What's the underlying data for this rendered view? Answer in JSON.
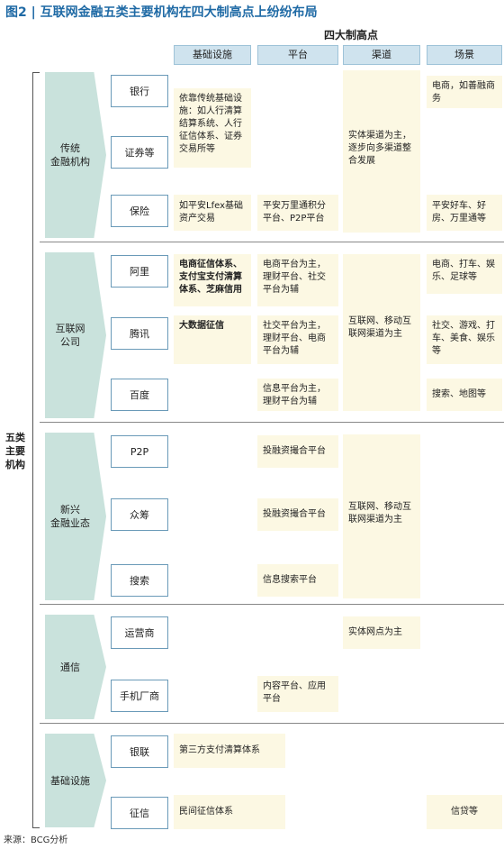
{
  "title": "图2 | 互联网金融五类主要机构在四大制高点上纷纷布局",
  "header": {
    "main": "四大制高点",
    "columns": [
      "基础设施",
      "平台",
      "渠道",
      "场景"
    ]
  },
  "outer_label": "五类\n主要\n机构",
  "groups": [
    {
      "name": "传统\n金融机构",
      "institutions": [
        "银行",
        "证券等",
        "保险"
      ]
    },
    {
      "name": "互联网\n公司",
      "institutions": [
        "阿里",
        "腾讯",
        "百度"
      ]
    },
    {
      "name": "新兴\n金融业态",
      "institutions": [
        "P2P",
        "众筹",
        "搜索"
      ]
    },
    {
      "name": "通信",
      "institutions": [
        "运营商",
        "手机厂商"
      ]
    },
    {
      "name": "基础设施",
      "institutions": [
        "银联",
        "征信"
      ]
    }
  ],
  "cells": {
    "trad_infra_main": "依靠传统基础设施：如人行清算结算系统、人行征信体系、证券交易所等",
    "trad_infra_ins": "如平安Lfex基础资产交易",
    "trad_plat_ins": "平安万里通积分平台、P2P平台",
    "trad_channel": "实体渠道为主，逐步向多渠道整合发展",
    "trad_scene_bank": "电商，如善融商务",
    "trad_scene_ins": "平安好车、好房、万里通等",
    "ali_infra": "电商征信体系、支付宝支付清算体系、芝麻信用",
    "ali_plat": "电商平台为主，理财平台、社交平台为辅",
    "ali_scene": "电商、打车、娱乐、足球等",
    "tencent_infra": "大数据征信",
    "tencent_plat": "社交平台为主，理财平台、电商平台为辅",
    "tencent_scene": "社交、游戏、打车、美食、娱乐等",
    "baidu_plat": "信息平台为主，理财平台为辅",
    "baidu_scene": "搜索、地图等",
    "internet_channel": "互联网、移动互联网渠道为主",
    "p2p_plat": "投融资撮合平台",
    "crowd_plat": "投融资撮合平台",
    "search_plat": "信息搜索平台",
    "new_channel": "互联网、移动互联网渠道为主",
    "telecom_channel": "实体网点为主",
    "phone_plat": "内容平台、应用平台",
    "unionpay_infra": "第三方支付清算体系",
    "credit_infra": "民间征信体系",
    "credit_scene": "信贷等"
  },
  "source": "来源：BCG分析"
}
